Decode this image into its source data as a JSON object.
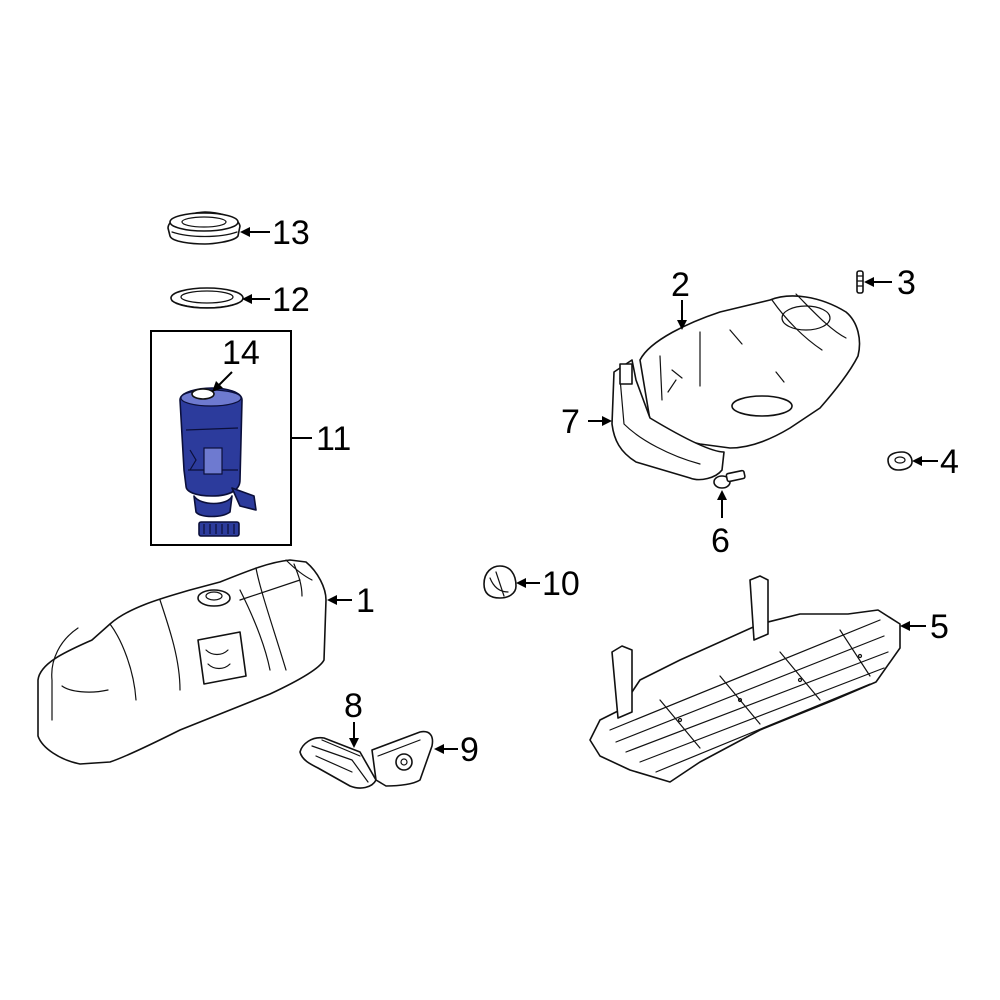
{
  "diagram": {
    "highlight_color": "#2c3b9c",
    "callouts": [
      {
        "id": "1",
        "label": "1"
      },
      {
        "id": "2",
        "label": "2"
      },
      {
        "id": "3",
        "label": "3"
      },
      {
        "id": "4",
        "label": "4"
      },
      {
        "id": "5",
        "label": "5"
      },
      {
        "id": "6",
        "label": "6"
      },
      {
        "id": "7",
        "label": "7"
      },
      {
        "id": "8",
        "label": "8"
      },
      {
        "id": "9",
        "label": "9"
      },
      {
        "id": "10",
        "label": "10"
      },
      {
        "id": "11",
        "label": "11"
      },
      {
        "id": "12",
        "label": "12"
      },
      {
        "id": "13",
        "label": "13"
      },
      {
        "id": "14",
        "label": "14"
      }
    ]
  }
}
